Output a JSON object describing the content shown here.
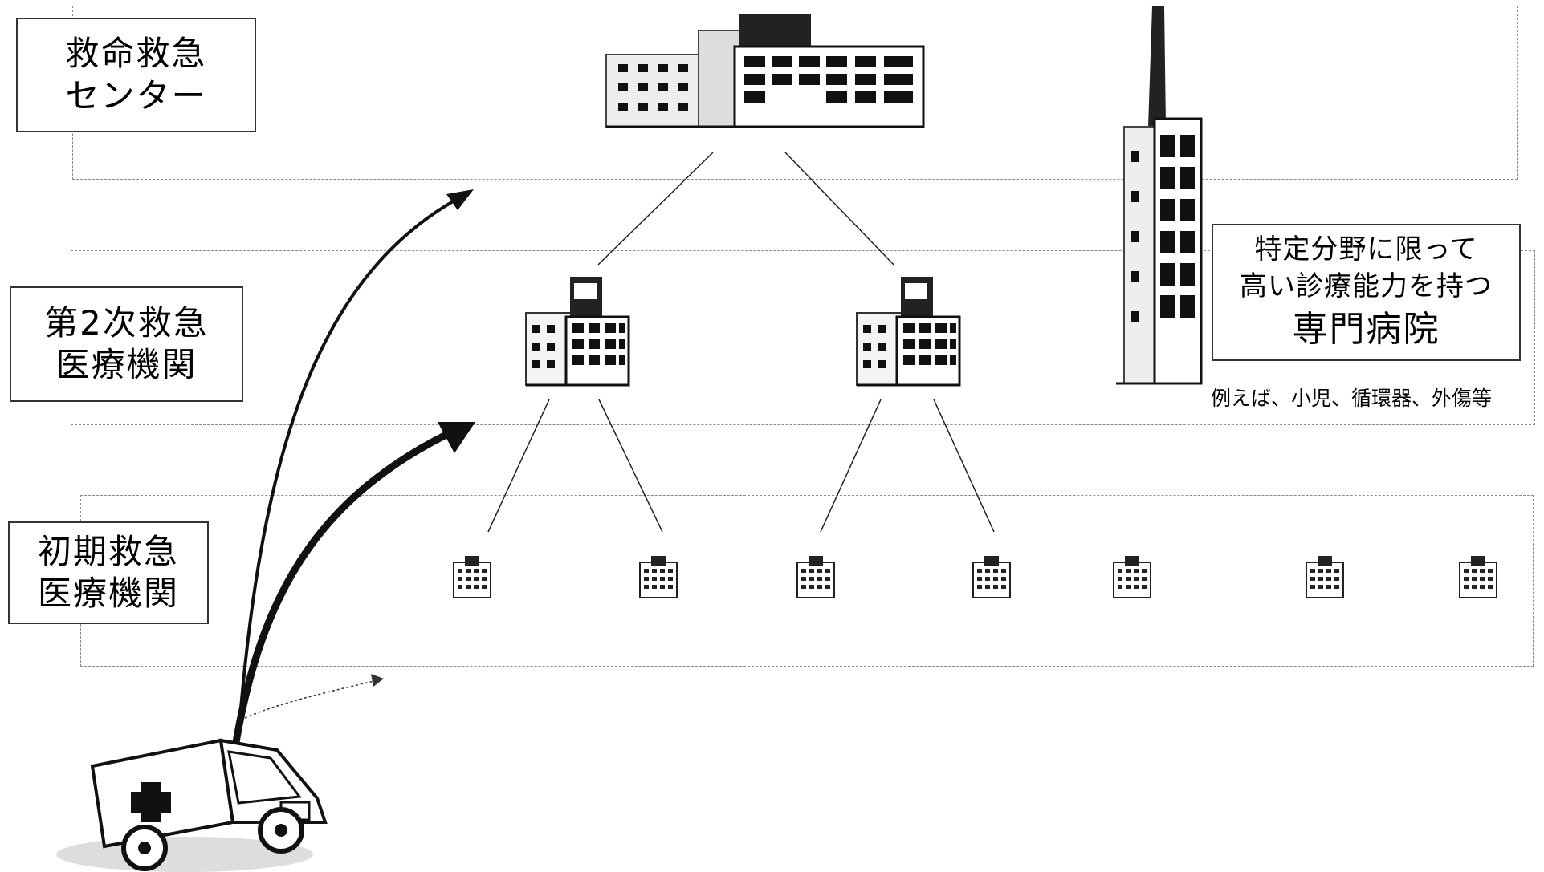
{
  "tiers": {
    "tertiary_label": [
      "救命救急",
      "センター"
    ],
    "secondary_label": [
      "第2次救急",
      "医療機関"
    ],
    "primary_label": [
      "初期救急",
      "医療機関"
    ]
  },
  "specialty": {
    "line1": "特定分野に限って",
    "line2": "高い診療能力を持つ",
    "line3": "専門病院",
    "examples": "例えば、小児、循環器、外傷等"
  },
  "icons": {
    "tertiary_center": "large-hospital-icon",
    "secondary_hospital": "medium-hospital-icon",
    "primary_clinic": "small-clinic-icon",
    "specialty_hospital": "tall-hospital-tower-icon",
    "ambulance": "ambulance-icon",
    "transport_arrow": "curved-arrow-icon"
  }
}
